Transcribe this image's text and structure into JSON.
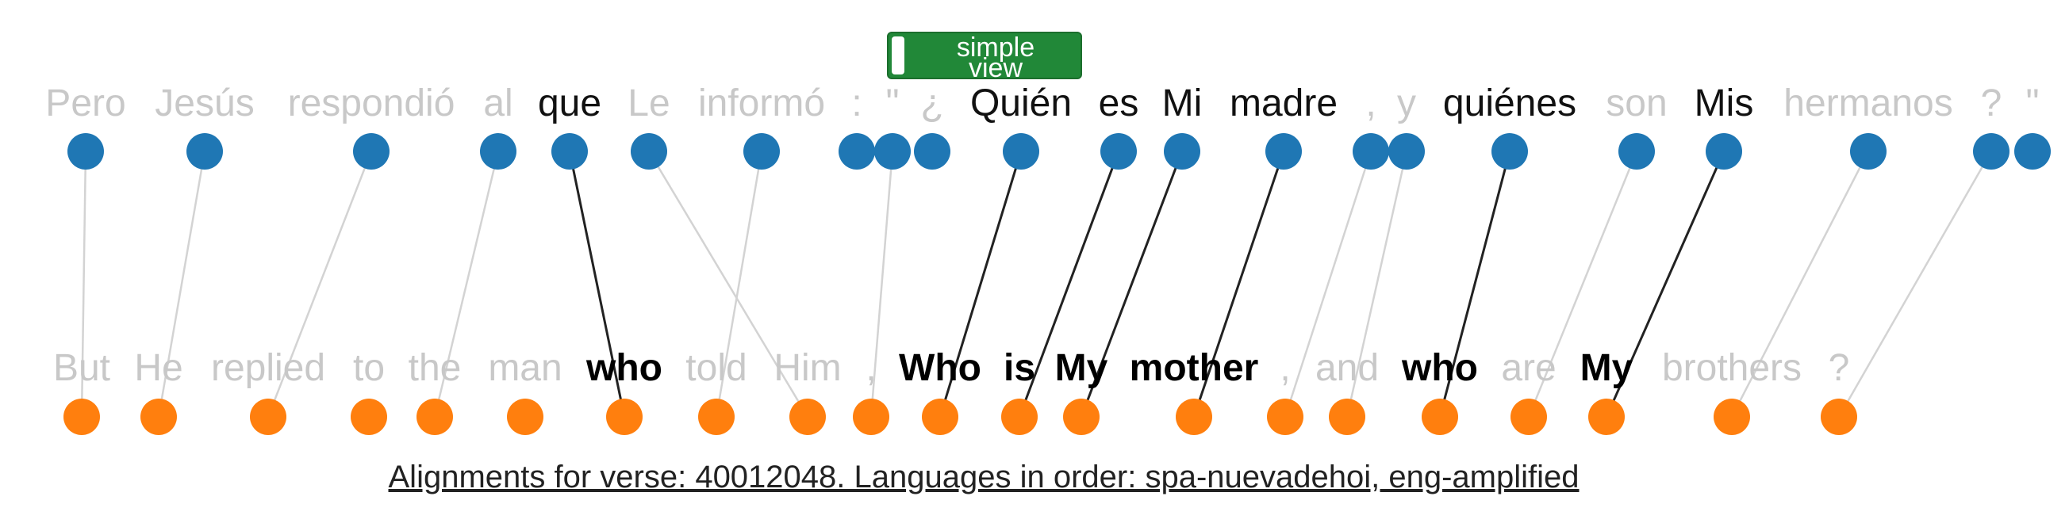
{
  "toggle": {
    "label": "simple\nview"
  },
  "caption": "Alignments for verse: 40012048. Languages in order: spa-nuevadehoi, eng-amplified",
  "colors": {
    "source_node": "#1f77b4",
    "target_node": "#ff7f0e",
    "aligned_link": "#222222",
    "unaligned_link": "#d3d3d3",
    "aligned_text": "#111111",
    "unaligned_text": "#c8c8c8",
    "toggle_bg": "#218838"
  },
  "source": {
    "language": "spa-nuevadehoi",
    "tokens": [
      {
        "text": "Pero",
        "highlight": false
      },
      {
        "text": "Jesús",
        "highlight": false
      },
      {
        "text": "respondió",
        "highlight": false
      },
      {
        "text": "al",
        "highlight": false
      },
      {
        "text": "que",
        "highlight": true
      },
      {
        "text": "Le",
        "highlight": false
      },
      {
        "text": "informó",
        "highlight": false
      },
      {
        "text": ":",
        "highlight": false
      },
      {
        "text": "\"",
        "highlight": false
      },
      {
        "text": "¿",
        "highlight": false
      },
      {
        "text": "Quién",
        "highlight": true
      },
      {
        "text": "es",
        "highlight": true
      },
      {
        "text": "Mi",
        "highlight": true
      },
      {
        "text": "madre",
        "highlight": true
      },
      {
        "text": ",",
        "highlight": false
      },
      {
        "text": "y",
        "highlight": false
      },
      {
        "text": "quiénes",
        "highlight": true
      },
      {
        "text": "son",
        "highlight": false
      },
      {
        "text": "Mis",
        "highlight": true
      },
      {
        "text": "hermanos",
        "highlight": false
      },
      {
        "text": "?",
        "highlight": false
      },
      {
        "text": "\"",
        "highlight": false
      }
    ]
  },
  "target": {
    "language": "eng-amplified",
    "tokens": [
      {
        "text": "But",
        "highlight": false
      },
      {
        "text": "He",
        "highlight": false
      },
      {
        "text": "replied",
        "highlight": false
      },
      {
        "text": "to",
        "highlight": false
      },
      {
        "text": "the",
        "highlight": false
      },
      {
        "text": "man",
        "highlight": false
      },
      {
        "text": "who",
        "highlight": true
      },
      {
        "text": "told",
        "highlight": false
      },
      {
        "text": "Him",
        "highlight": false
      },
      {
        "text": ",",
        "highlight": false
      },
      {
        "text": "Who",
        "highlight": true
      },
      {
        "text": "is",
        "highlight": true
      },
      {
        "text": "My",
        "highlight": true
      },
      {
        "text": "mother",
        "highlight": true
      },
      {
        "text": ",",
        "highlight": false
      },
      {
        "text": "and",
        "highlight": false
      },
      {
        "text": "who",
        "highlight": true
      },
      {
        "text": "are",
        "highlight": false
      },
      {
        "text": "My",
        "highlight": true
      },
      {
        "text": "brothers",
        "highlight": false
      },
      {
        "text": "?",
        "highlight": false
      }
    ]
  },
  "alignments": [
    {
      "source": 0,
      "target": 0,
      "highlight": false
    },
    {
      "source": 1,
      "target": 1,
      "highlight": false
    },
    {
      "source": 2,
      "target": 2,
      "highlight": false
    },
    {
      "source": 3,
      "target": 4,
      "highlight": false
    },
    {
      "source": 4,
      "target": 6,
      "highlight": true
    },
    {
      "source": 5,
      "target": 8,
      "highlight": false
    },
    {
      "source": 6,
      "target": 7,
      "highlight": false
    },
    {
      "source": 8,
      "target": 9,
      "highlight": false
    },
    {
      "source": 10,
      "target": 10,
      "highlight": true
    },
    {
      "source": 11,
      "target": 11,
      "highlight": true
    },
    {
      "source": 12,
      "target": 12,
      "highlight": true
    },
    {
      "source": 13,
      "target": 13,
      "highlight": true
    },
    {
      "source": 14,
      "target": 14,
      "highlight": false
    },
    {
      "source": 15,
      "target": 15,
      "highlight": false
    },
    {
      "source": 16,
      "target": 16,
      "highlight": true
    },
    {
      "source": 17,
      "target": 17,
      "highlight": false
    },
    {
      "source": 18,
      "target": 18,
      "highlight": true
    },
    {
      "source": 19,
      "target": 19,
      "highlight": false
    },
    {
      "source": 20,
      "target": 20,
      "highlight": false
    }
  ]
}
